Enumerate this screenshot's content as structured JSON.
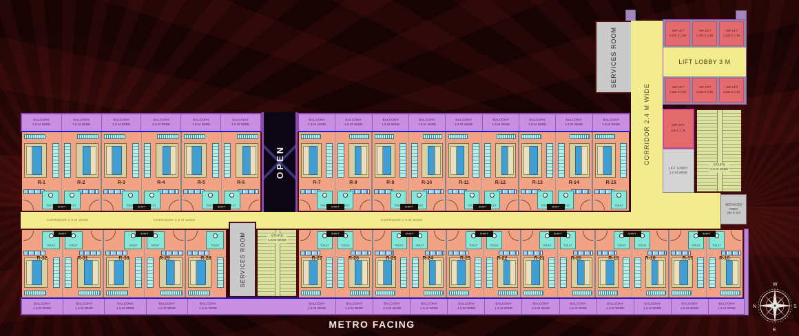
{
  "colors": {
    "bg": "#170304",
    "corridor": "#F2EC8F",
    "balcony": "#C98FE3",
    "room": "#F2A285",
    "toiletc": "#86E6D8",
    "bedframe": "#D8CFA2",
    "mattress": "#3F9FD4",
    "lift": "#E26C6C",
    "liftBorder": "#C940A0",
    "gray": "#C9C9C9",
    "stairs": "#DDE3A6",
    "wall": "#4A0D0D",
    "shaftc": "#171008",
    "blueLine": "#2218C8",
    "openbg": "#0C0514"
  },
  "labels": {
    "metro_facing": "METRO FACING",
    "open": "OPEN",
    "corridor_h": "CORRIDOR 1.5 M WIDE",
    "corridor_v": "CORRIDOR 2.4 M WIDE",
    "services_room": "SERVICES ROOM",
    "balcony_l1": "BALCONY",
    "balcony_l2": "1.5 M WIDE",
    "toilet": "TOILET",
    "shaft": "SHAFT"
  },
  "lift_area": {
    "lift16_name": "16P-LIFT",
    "lift16_dim": "2.325 X 1.95",
    "lift16_per_row": 3,
    "lift_lobby_3m": "LIFT LOBBY 3 M",
    "lift24_name": "24P-LIFT",
    "lift24_dim": "2.6 X 2.75",
    "lift_lobby_2m_l1": "LIFT LOBBY",
    "lift_lobby_2m_l2": "2.0 M WIDE",
    "stairs_right_l1": "STAIRS",
    "stairs_right_l2": "2.0 M WIDE",
    "services_area_l1": "SERVICES",
    "services_area_l2": "AREA",
    "services_area_l3": "2M X 3.0"
  },
  "stairs_bottom": {
    "l1": "STAIRS",
    "l2": "1.5 M WIDE"
  },
  "units": {
    "top_left": [
      "R-1",
      "R-2",
      "R-3",
      "R-4",
      "R-5",
      "R-6"
    ],
    "top_right": [
      "R-7",
      "R-8",
      "R-9",
      "R-10",
      "R-11",
      "R-12",
      "R-13",
      "R-14",
      "R-15"
    ],
    "bottom_left": [
      "R-32",
      "R-31",
      "R-30",
      "R-29",
      "R-28"
    ],
    "bottom_right": [
      "R-27",
      "R-26",
      "R-25",
      "R-24",
      "R-23",
      "R-22",
      "R-21",
      "R-20",
      "R-19",
      "R-18",
      "R-17",
      "R-16"
    ]
  },
  "compass": {
    "n": "N",
    "s": "S",
    "e": "E",
    "w": "W"
  }
}
